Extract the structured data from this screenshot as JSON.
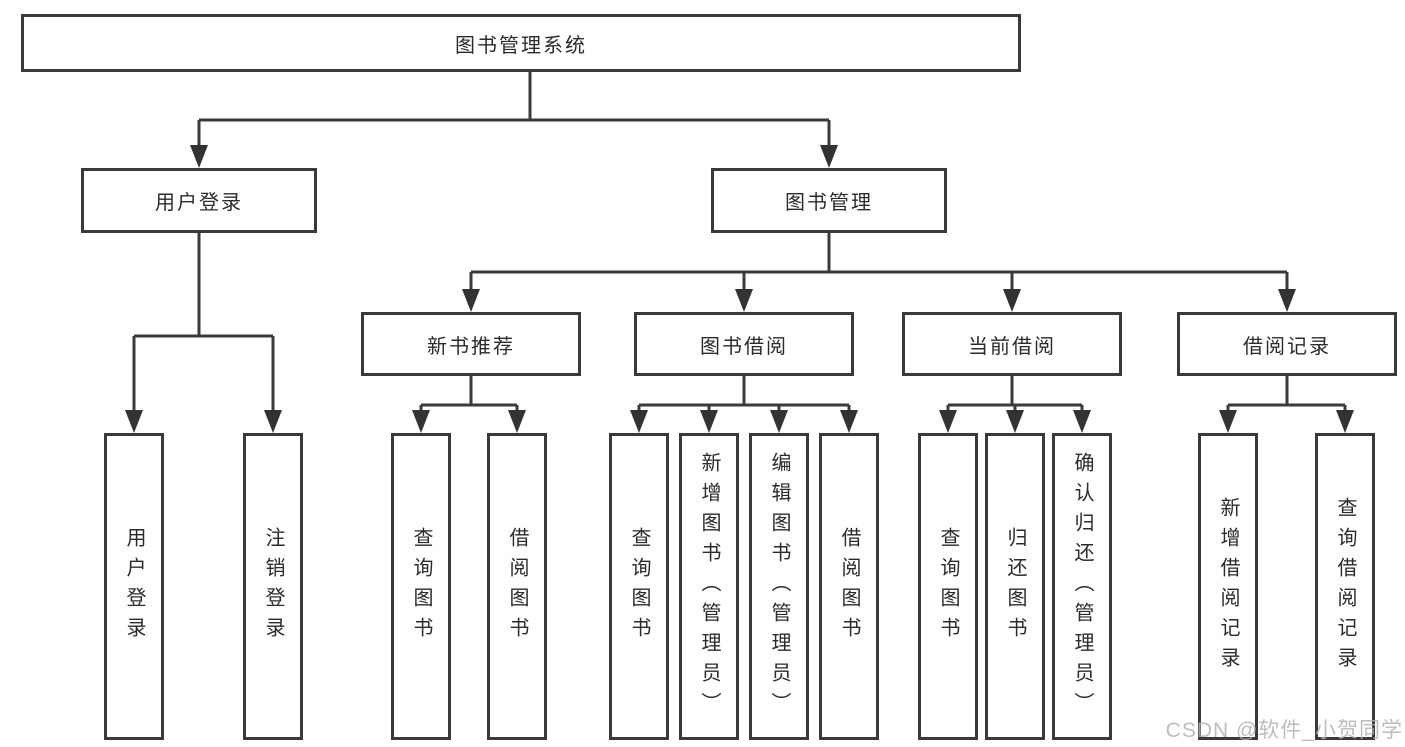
{
  "meta": {
    "watermark": "CSDN @软件_小贺同学"
  },
  "colors": {
    "background": "#ffffff",
    "line": "#3a3a3a",
    "text": "#2b2b2b",
    "watermark": "#b2b2b2"
  },
  "tree": {
    "root": "图书管理系统",
    "branches": [
      {
        "label": "用户登录",
        "children": [
          "用户登录",
          "注销登录"
        ]
      },
      {
        "label": "图书管理",
        "groups": [
          {
            "label": "新书推荐",
            "children": [
              "查询图书",
              "借阅图书"
            ]
          },
          {
            "label": "图书借阅",
            "children": [
              "查询图书",
              "新增图书（管理员）",
              "编辑图书（管理员）",
              "借阅图书"
            ]
          },
          {
            "label": "当前借阅",
            "children": [
              "查询图书",
              "归还图书",
              "确认归还（管理员）"
            ]
          },
          {
            "label": "借阅记录",
            "children": [
              "新增借阅记录",
              "查询借阅记录"
            ]
          }
        ]
      }
    ]
  }
}
